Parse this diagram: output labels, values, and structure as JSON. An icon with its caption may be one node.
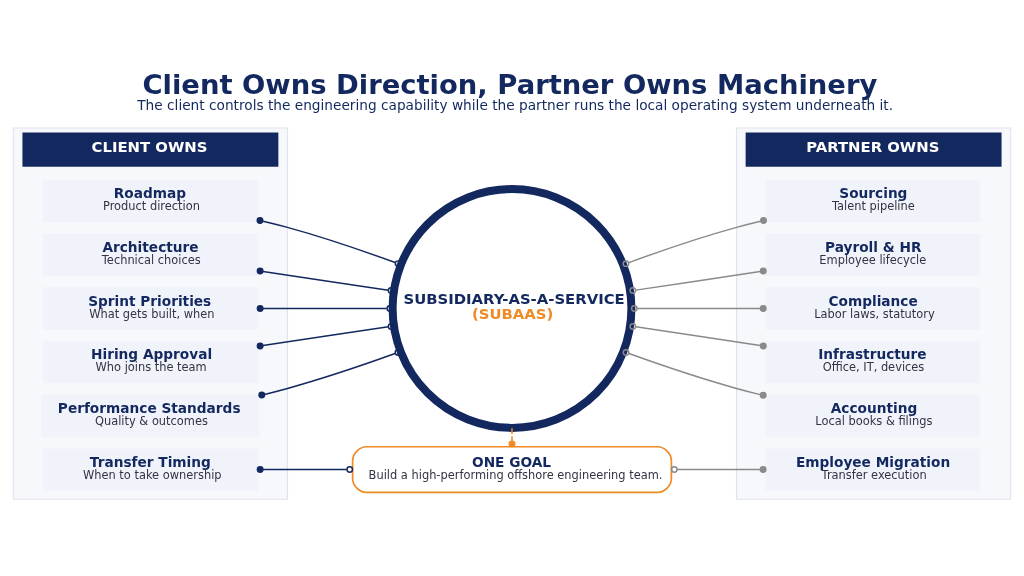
{
  "diagram": {
    "title": "Client Owns Direction, Partner Owns Machinery",
    "caption": "The client controls the engineering capability while the partner runs the local operating system underneath it.",
    "nodes": [
      {
        "text": [
          "CLIENT OWNS"
        ]
      },
      {
        "text": [
          "Roadmap",
          "Product direction"
        ],
        "in": 0
      },
      {
        "text": [
          "Architecture",
          "Technical choices"
        ],
        "in": 0
      },
      {
        "text": [
          "Sprint Priorities",
          "What gets built, when"
        ],
        "in": 0
      },
      {
        "text": [
          "Hiring Approval",
          "Who joins the team"
        ],
        "in": 0
      },
      {
        "text": [
          "Performance Standards",
          "Quality & outcomes"
        ],
        "in": 0
      },
      {
        "text": [
          "Transfer Timing",
          "When to take ownership"
        ],
        "in": 0
      },
      {
        "text": [
          "PARTNER OWNS"
        ]
      },
      {
        "text": [
          "Sourcing",
          "Talent pipeline"
        ],
        "in": 7
      },
      {
        "text": [
          "Payroll & HR",
          "Employee lifecycle"
        ],
        "in": 7
      },
      {
        "text": [
          "Compliance",
          "Labor laws, statutory"
        ],
        "in": 7
      },
      {
        "text": [
          "Infrastructure",
          "Office, IT, devices"
        ],
        "in": 7
      },
      {
        "text": [
          "Accounting",
          "Local books & filings"
        ],
        "in": 7
      },
      {
        "text": [
          "Employee Migration",
          "Transfer execution"
        ],
        "in": 7
      },
      {
        "text": [
          "SUBSIDIARY-AS-A-SERVICE",
          "(SUBAAS)"
        ]
      },
      {
        "text": [
          "ONE GOAL",
          "Build a high-performing offshore engineering team."
        ]
      }
    ],
    "edges": [
      {
        "from": 1,
        "to": 14,
        "arrow": "other"
      },
      {
        "from": 2,
        "to": 14,
        "arrow": "other"
      },
      {
        "from": 3,
        "to": 14,
        "arrow": "other"
      },
      {
        "from": 4,
        "to": 14,
        "arrow": "other"
      },
      {
        "from": 5,
        "to": 14,
        "arrow": "other"
      },
      {
        "from": 6,
        "to": 15,
        "arrow": "other"
      },
      {
        "from": 8,
        "to": 14,
        "arrow": "other",
        "color": "#8a8a8a"
      },
      {
        "from": 9,
        "to": 14,
        "arrow": "other",
        "color": "#8a8a8a"
      },
      {
        "from": 10,
        "to": 14,
        "arrow": "other",
        "color": "#8a8a8a"
      },
      {
        "from": 11,
        "to": 14,
        "arrow": "other",
        "color": "#8a8a8a"
      },
      {
        "from": 12,
        "to": 14,
        "arrow": "other",
        "color": "#8a8a8a"
      },
      {
        "from": 13,
        "to": 15,
        "arrow": "other",
        "color": "#8a8a8a"
      },
      {
        "from": 14,
        "to": 15,
        "arrow": "other",
        "style": "dashed",
        "color": "#f08a24"
      }
    ]
  }
}
